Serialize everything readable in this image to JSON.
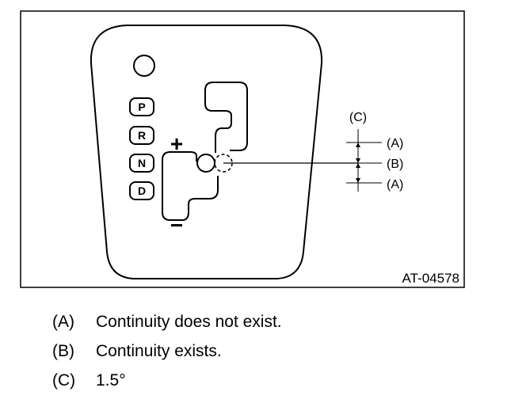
{
  "figure_id": "AT-04578",
  "shift_positions": [
    "P",
    "R",
    "N",
    "D"
  ],
  "signs": {
    "plus": "+",
    "minus": "−"
  },
  "callouts": {
    "c": "(C)",
    "a_top": "(A)",
    "b": "(B)",
    "a_bottom": "(A)"
  },
  "legend": [
    {
      "key": "(A)",
      "text": "Continuity does not exist."
    },
    {
      "key": "(B)",
      "text": "Continuity exists."
    },
    {
      "key": "(C)",
      "text": "1.5°"
    }
  ]
}
